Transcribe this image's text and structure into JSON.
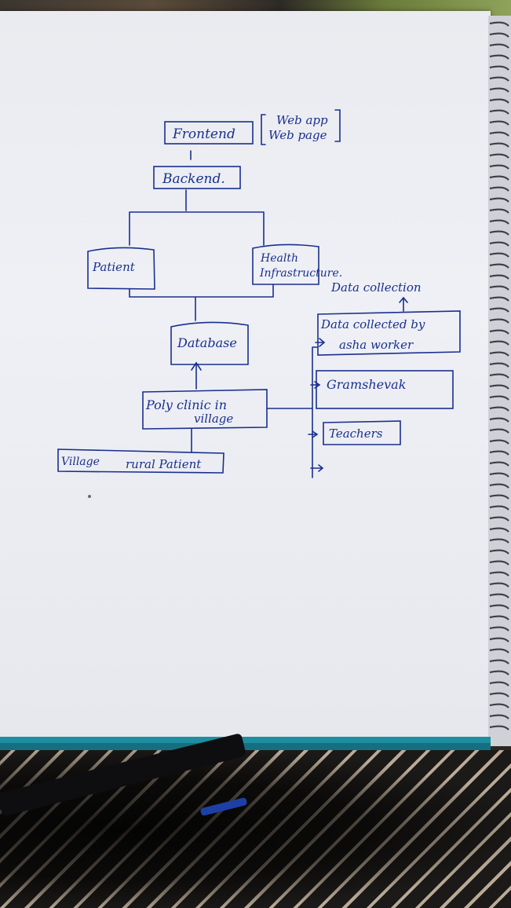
{
  "diagram": {
    "nodes": {
      "frontend": "Frontend",
      "webapp_line1": "Web app",
      "webapp_line2": "Web page",
      "backend": "Backend.",
      "patient": "Patient",
      "health_line1": "Health",
      "health_line2": "Infrastructure.",
      "data_collection": "Data collection",
      "data_collected_line1": "Data collected by",
      "data_collected_line2": "asha worker",
      "database": "Database",
      "gramsevak": "Gramshevak",
      "polyclinic_line1": "Poly clinic in",
      "polyclinic_line2": "village",
      "teachers": "Teachers",
      "village": "Village",
      "rural_patient": "rural Patient"
    }
  }
}
